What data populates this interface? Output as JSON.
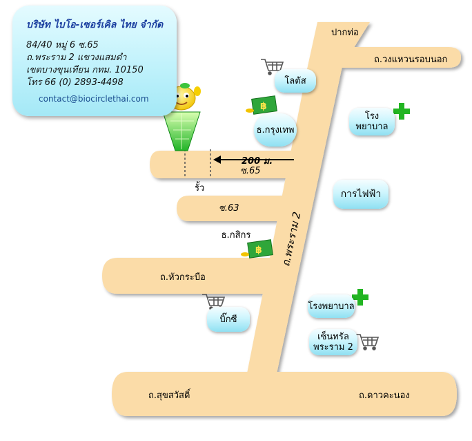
{
  "company": {
    "name": "บริษัท ไบโอ-เซอร์เคิล ไทย จำกัด",
    "address1": "84/40 หมู่ 6 ซ.65",
    "address2": "ถ.พระราม 2 แขวงแสมดำ",
    "address3": "เขตบางขุนเทียน กทม. 10150",
    "phone": "โทร 66 (0) 2893-4498",
    "email": "contact@biocirclethai.com"
  },
  "roads": {
    "rama2": "ถ.พระราม 2",
    "outer_ring": "ถ.วงแหวนรอบนอก",
    "pak_tho": "ปากท่อ",
    "soi65": "ซ.65",
    "soi63": "ซ.63",
    "hua_krabue": "ถ.หัวกระบือ",
    "sukhumvit": "ถ.สุขสวัสดิ์",
    "dao_khanong": "ถ.ดาวคะนอง"
  },
  "landmarks": {
    "lotus": "โลตัส",
    "bangkok_bank": "ธ.กรุงเทพ",
    "hospital_1": "โรงพยาบาล",
    "electricity": "การไฟฟ้า",
    "kasikorn": "ธ.กสิกร",
    "bigc": "บิ๊กซี",
    "hospital_2": "โรงพยาบาล",
    "central_line1": "เซ็นทรัล",
    "central_line2": "พระราม 2"
  },
  "markers": {
    "fence": "รั้ว",
    "distance": "200 ม."
  },
  "colors": {
    "road": "#fbdca8",
    "bubble": "#bff0fb",
    "cross": "#22b522",
    "money": "#2fa63a",
    "brand_text": "#1b3fa0"
  },
  "icons": [
    "cart-icon",
    "money-icon",
    "hospital-cross-icon",
    "mascot-icon",
    "arrow-left-icon"
  ]
}
